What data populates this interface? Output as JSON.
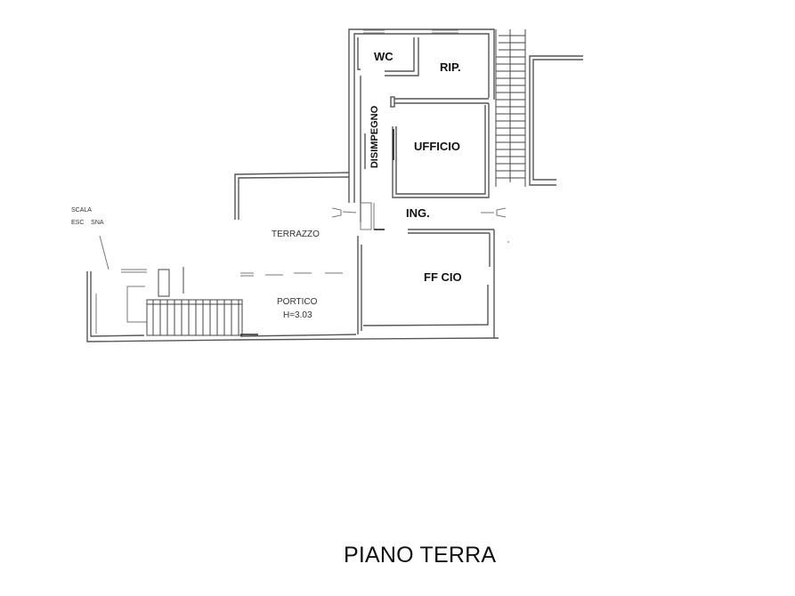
{
  "drawing": {
    "title": "PIANO TERRA",
    "rooms": [
      {
        "id": "wc",
        "label": "WC"
      },
      {
        "id": "rip",
        "label": "RIP."
      },
      {
        "id": "disimpegno",
        "label": "DISIMPEGNO"
      },
      {
        "id": "ufficio",
        "label": "UFFICIO"
      },
      {
        "id": "ingresso",
        "label": "ING."
      },
      {
        "id": "terrazzo",
        "label": "TERRAZZO"
      },
      {
        "id": "portico",
        "label": "PORTICO",
        "note": "H=3.03"
      },
      {
        "id": "ufficio2",
        "label": "FF  CIO"
      }
    ],
    "annotations": {
      "scala_line1": "SCALA",
      "scala_line2": "ESC    SNA"
    },
    "colors": {
      "background": "#ffffff",
      "lines": "#555555",
      "text": "#111111"
    }
  }
}
